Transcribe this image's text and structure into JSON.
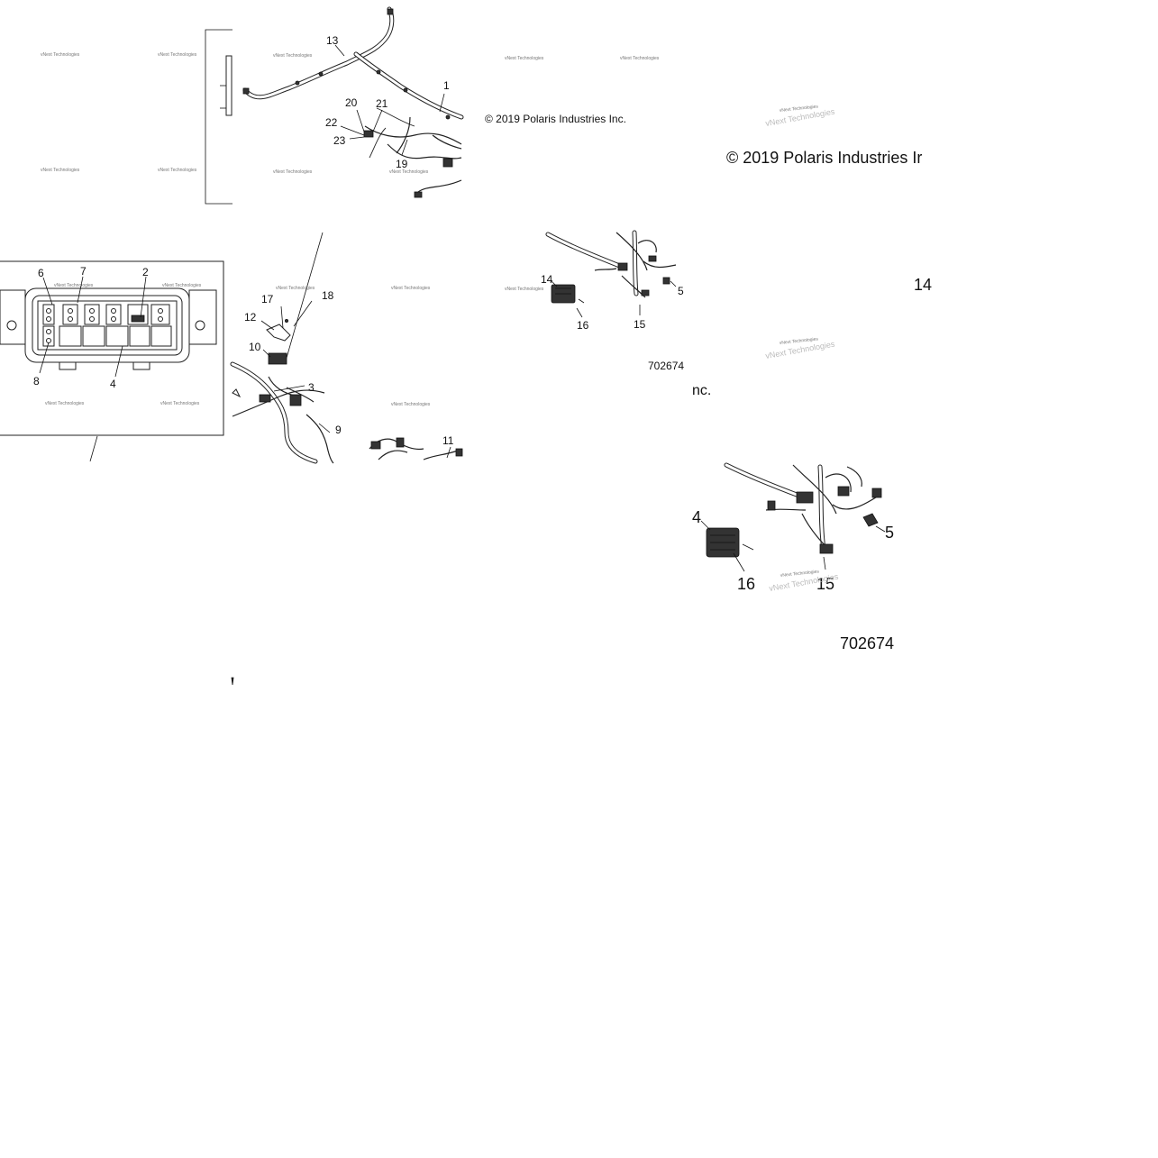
{
  "copyright": "© 2019 Polaris Industries Inc.",
  "copyright_big": "© 2019 Polaris Industries Ir",
  "copyright_frag": "nc.",
  "watermark": "vNext Technologies",
  "diagram_id": "702674",
  "callouts": {
    "c1": "1",
    "c2": "2",
    "c3": "3",
    "c4": "4",
    "c5": "5",
    "c6": "6",
    "c7": "7",
    "c8": "8",
    "c9": "9",
    "c10": "10",
    "c11": "11",
    "c12": "12",
    "c13": "13",
    "c14": "14",
    "c15": "15",
    "c16": "16",
    "c17": "17",
    "c18": "18",
    "c19": "19",
    "c20": "20",
    "c21": "21",
    "c22": "22",
    "c23": "23",
    "c4_big": "4",
    "c5_big": "5",
    "c14_frag": "14",
    "c15_big": "15",
    "c16_big": "16"
  }
}
